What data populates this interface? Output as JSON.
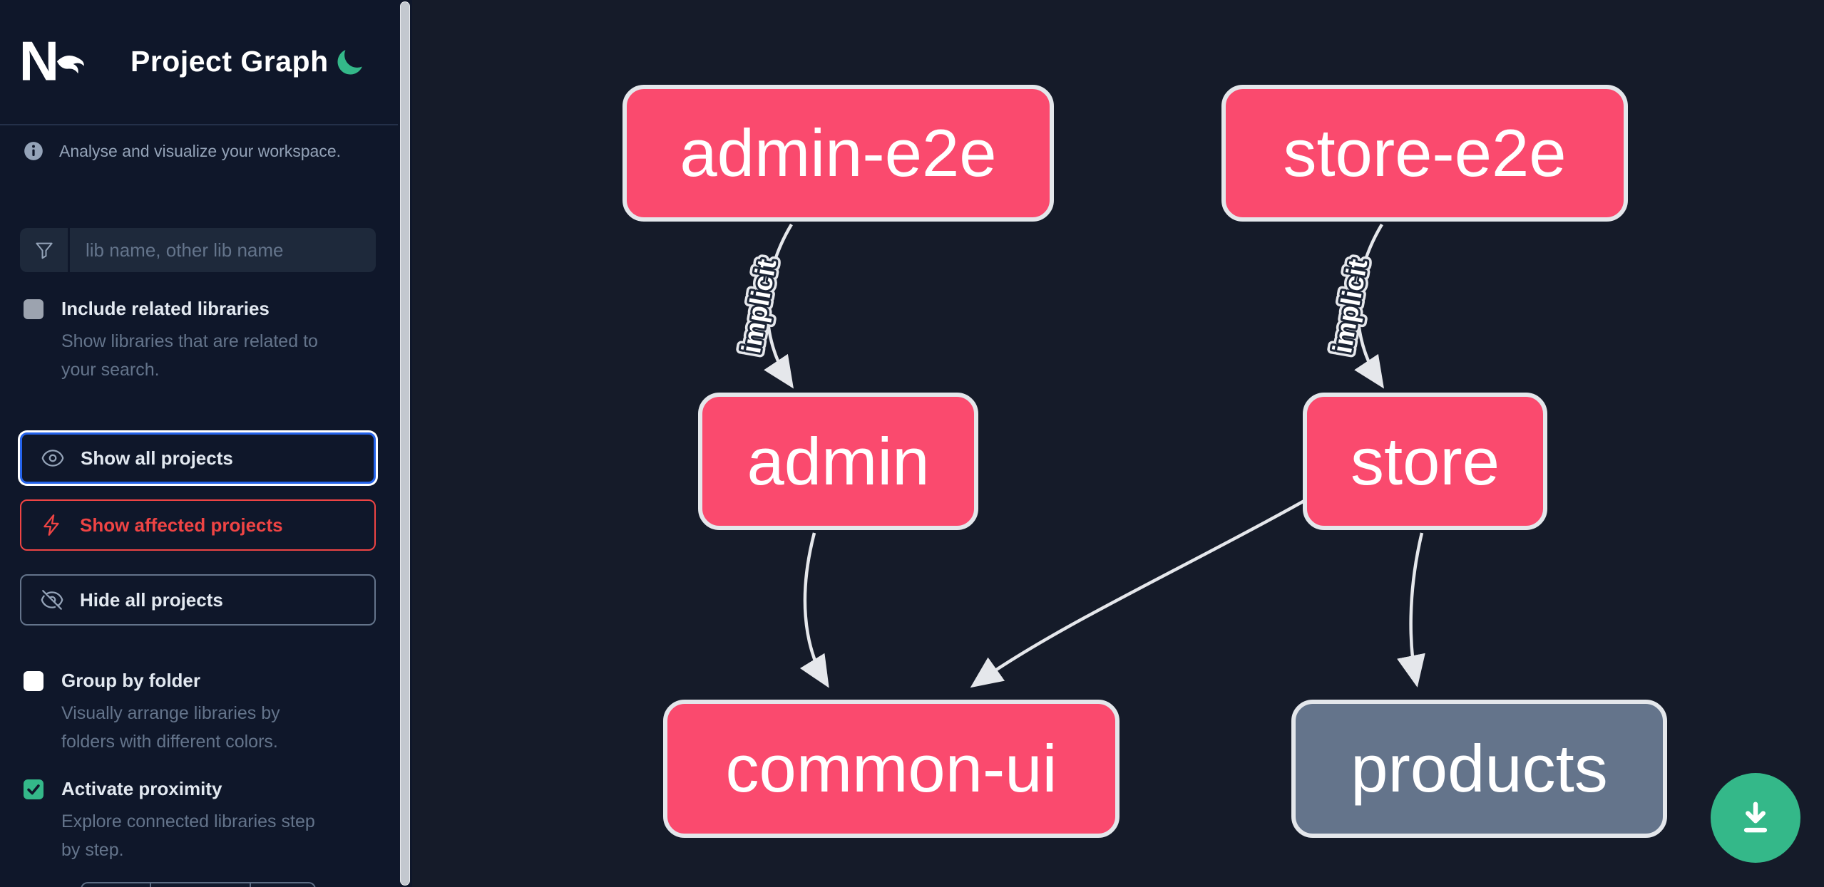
{
  "header": {
    "title": "Project Graph",
    "logo": "Nx",
    "theme_icon": "moon"
  },
  "sidebar": {
    "info": "Analyse and visualize your workspace.",
    "search": {
      "placeholder": "lib name, other lib name"
    },
    "toggles": [
      {
        "label": "Include related libraries",
        "checked": false,
        "desc_lines": [
          "Show libraries that are related to",
          "your search."
        ]
      },
      {
        "label": "Group by folder",
        "checked": false,
        "desc_lines": [
          "Visually arrange libraries by",
          "folders with different colors."
        ]
      },
      {
        "label": "Activate proximity",
        "checked": true,
        "desc_lines": [
          "Explore connected libraries step",
          "by step."
        ]
      }
    ],
    "buttons": [
      {
        "label": "Show all projects",
        "icon": "eye"
      },
      {
        "label": "Show affected projects",
        "icon": "bolt"
      },
      {
        "label": "Hide all projects",
        "icon": "eye-off"
      }
    ]
  },
  "graph": {
    "nodes": [
      {
        "label": "admin-e2e",
        "state": "affected"
      },
      {
        "label": "store-e2e",
        "state": "affected"
      },
      {
        "label": "admin",
        "state": "affected"
      },
      {
        "label": "store",
        "state": "affected"
      },
      {
        "label": "common-ui",
        "state": "affected"
      },
      {
        "label": "products",
        "state": "default"
      }
    ],
    "edges": [
      {
        "from": "admin-e2e",
        "to": "admin",
        "label": "implicit"
      },
      {
        "from": "store-e2e",
        "to": "store",
        "label": "implicit"
      },
      {
        "from": "admin",
        "to": "common-ui",
        "label": ""
      },
      {
        "from": "store",
        "to": "common-ui",
        "label": ""
      },
      {
        "from": "store",
        "to": "products",
        "label": ""
      }
    ],
    "edge_labels": [
      {
        "label": "implicit"
      },
      {
        "label": "implicit"
      }
    ]
  },
  "colors": {
    "node_affected": "#fa4a6e",
    "node_default": "#64748b",
    "node_border": "#e4e7eb",
    "edge": "#e5e7eb",
    "accent_green": "#34b889",
    "focus_blue": "#2563eb",
    "danger_red": "#ef4444",
    "sidebar_bg": "#0f172a",
    "canvas_bg": "#151b29"
  }
}
